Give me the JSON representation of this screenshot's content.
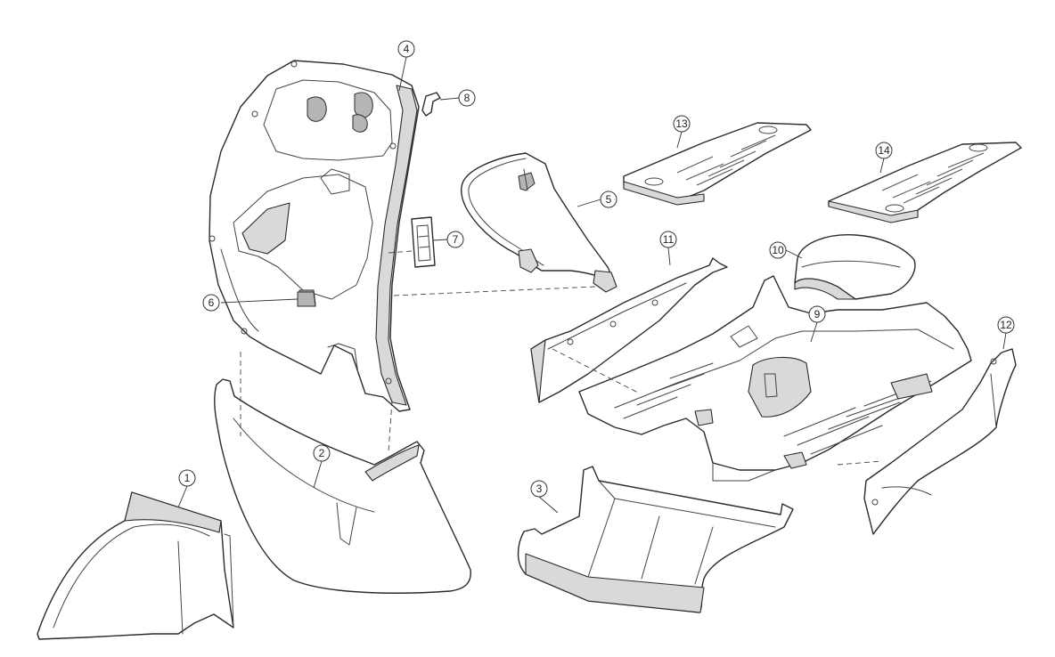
{
  "callouts": [
    {
      "id": "1",
      "label": "1"
    },
    {
      "id": "2",
      "label": "2"
    },
    {
      "id": "3",
      "label": "3"
    },
    {
      "id": "4",
      "label": "4"
    },
    {
      "id": "5",
      "label": "5"
    },
    {
      "id": "6",
      "label": "6"
    },
    {
      "id": "7",
      "label": "7"
    },
    {
      "id": "8",
      "label": "8"
    },
    {
      "id": "9",
      "label": "9"
    },
    {
      "id": "10",
      "label": "10"
    },
    {
      "id": "11",
      "label": "11"
    },
    {
      "id": "12",
      "label": "12"
    },
    {
      "id": "13",
      "label": "13"
    },
    {
      "id": "14",
      "label": "14"
    }
  ],
  "colors": {
    "line": "#2b2b2b",
    "fill": "#ffffff",
    "shade": "#d9d9d9"
  }
}
